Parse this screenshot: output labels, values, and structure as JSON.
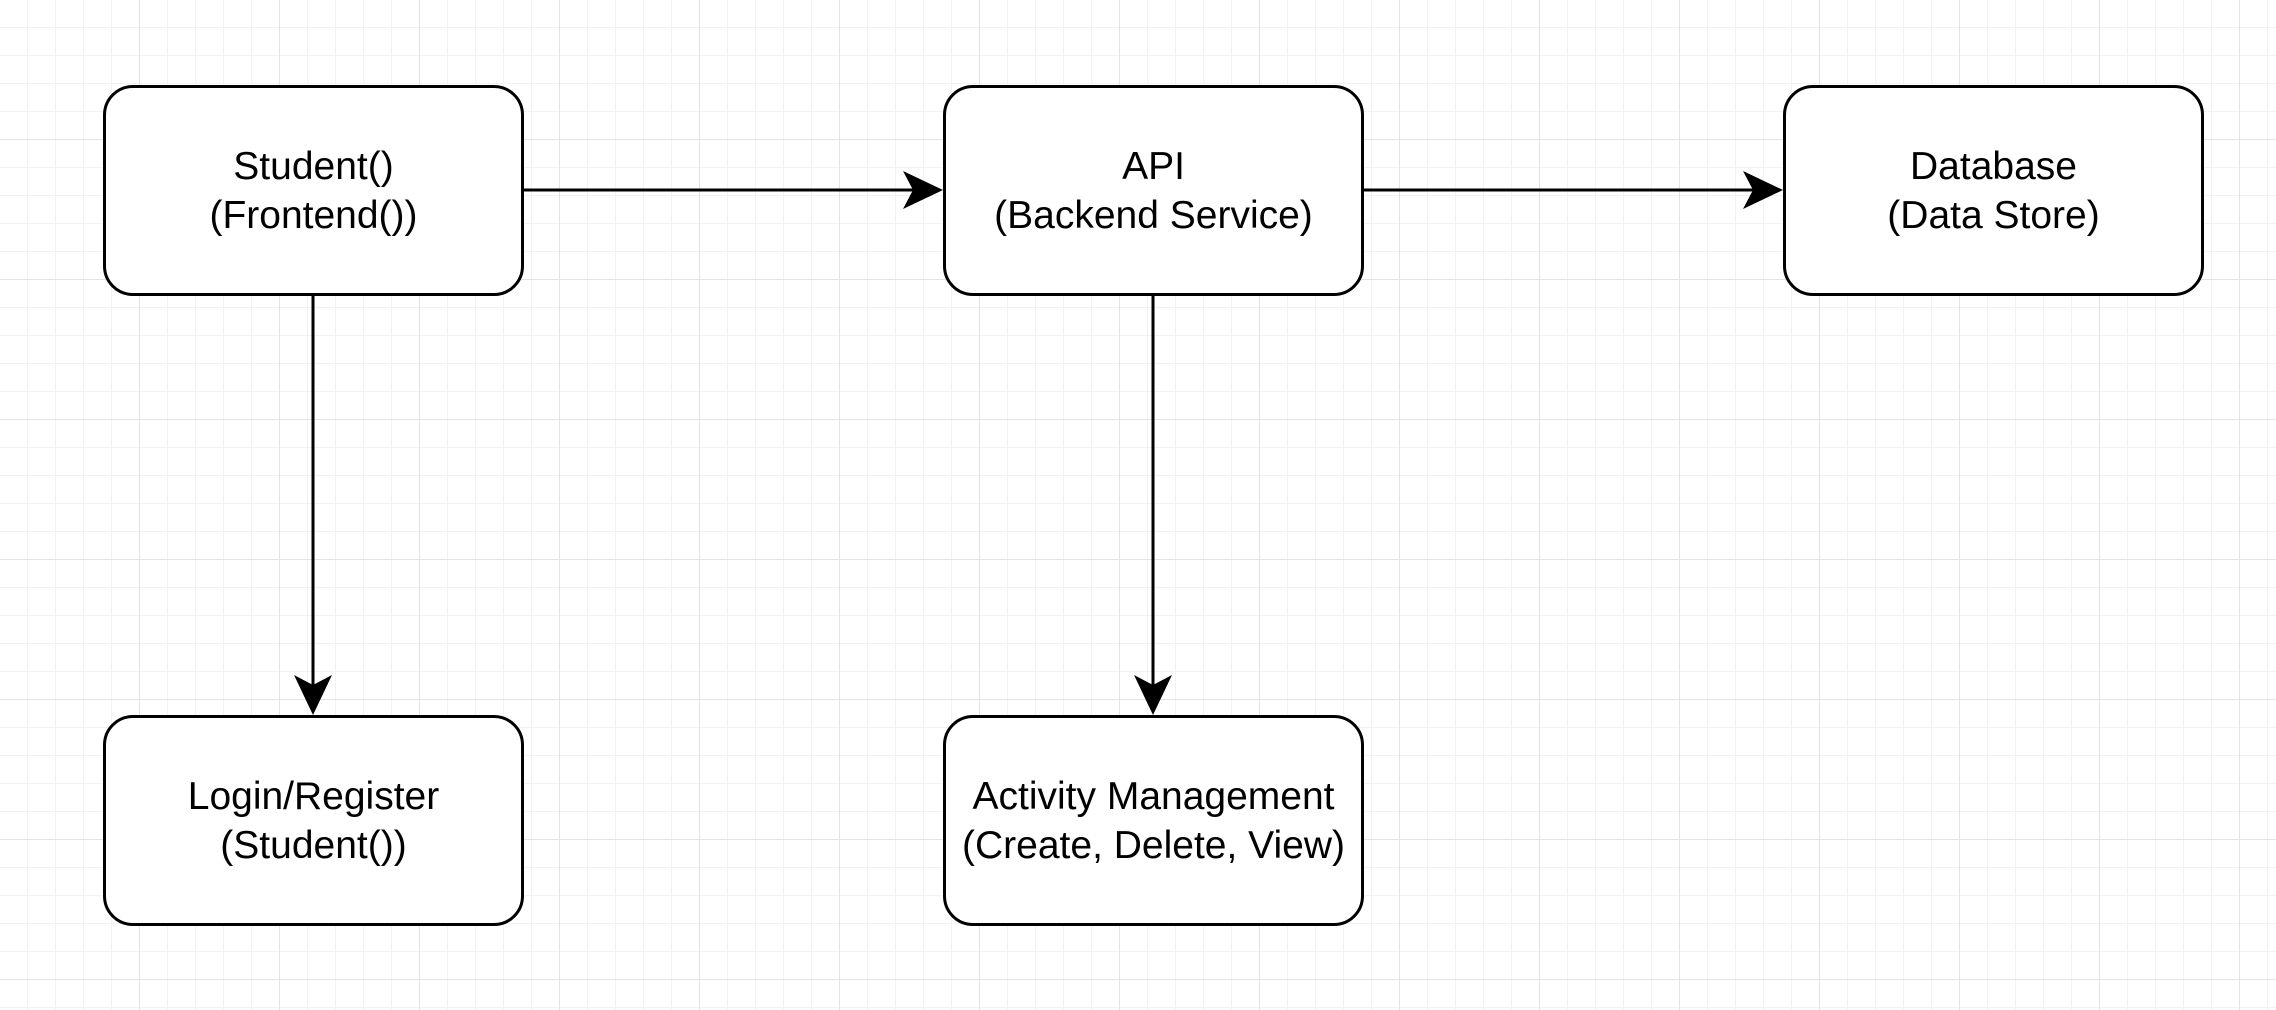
{
  "diagram": {
    "nodes": {
      "student": {
        "line1": "Student()",
        "line2": "(Frontend())"
      },
      "api": {
        "line1": "API",
        "line2": "(Backend Service)"
      },
      "database": {
        "line1": "Database",
        "line2": "(Data Store)"
      },
      "login": {
        "line1": "Login/Register",
        "line2": "(Student())"
      },
      "activity": {
        "line1": "Activity Management",
        "line2": "(Create, Delete, View)"
      }
    },
    "edges": [
      {
        "from": "student",
        "to": "api"
      },
      {
        "from": "api",
        "to": "database"
      },
      {
        "from": "student",
        "to": "login"
      },
      {
        "from": "api",
        "to": "activity"
      }
    ],
    "colors": {
      "stroke": "#000000",
      "node_fill": "#ffffff",
      "grid_major": "#e3e3e3",
      "grid_minor": "#f2f2f2"
    }
  }
}
